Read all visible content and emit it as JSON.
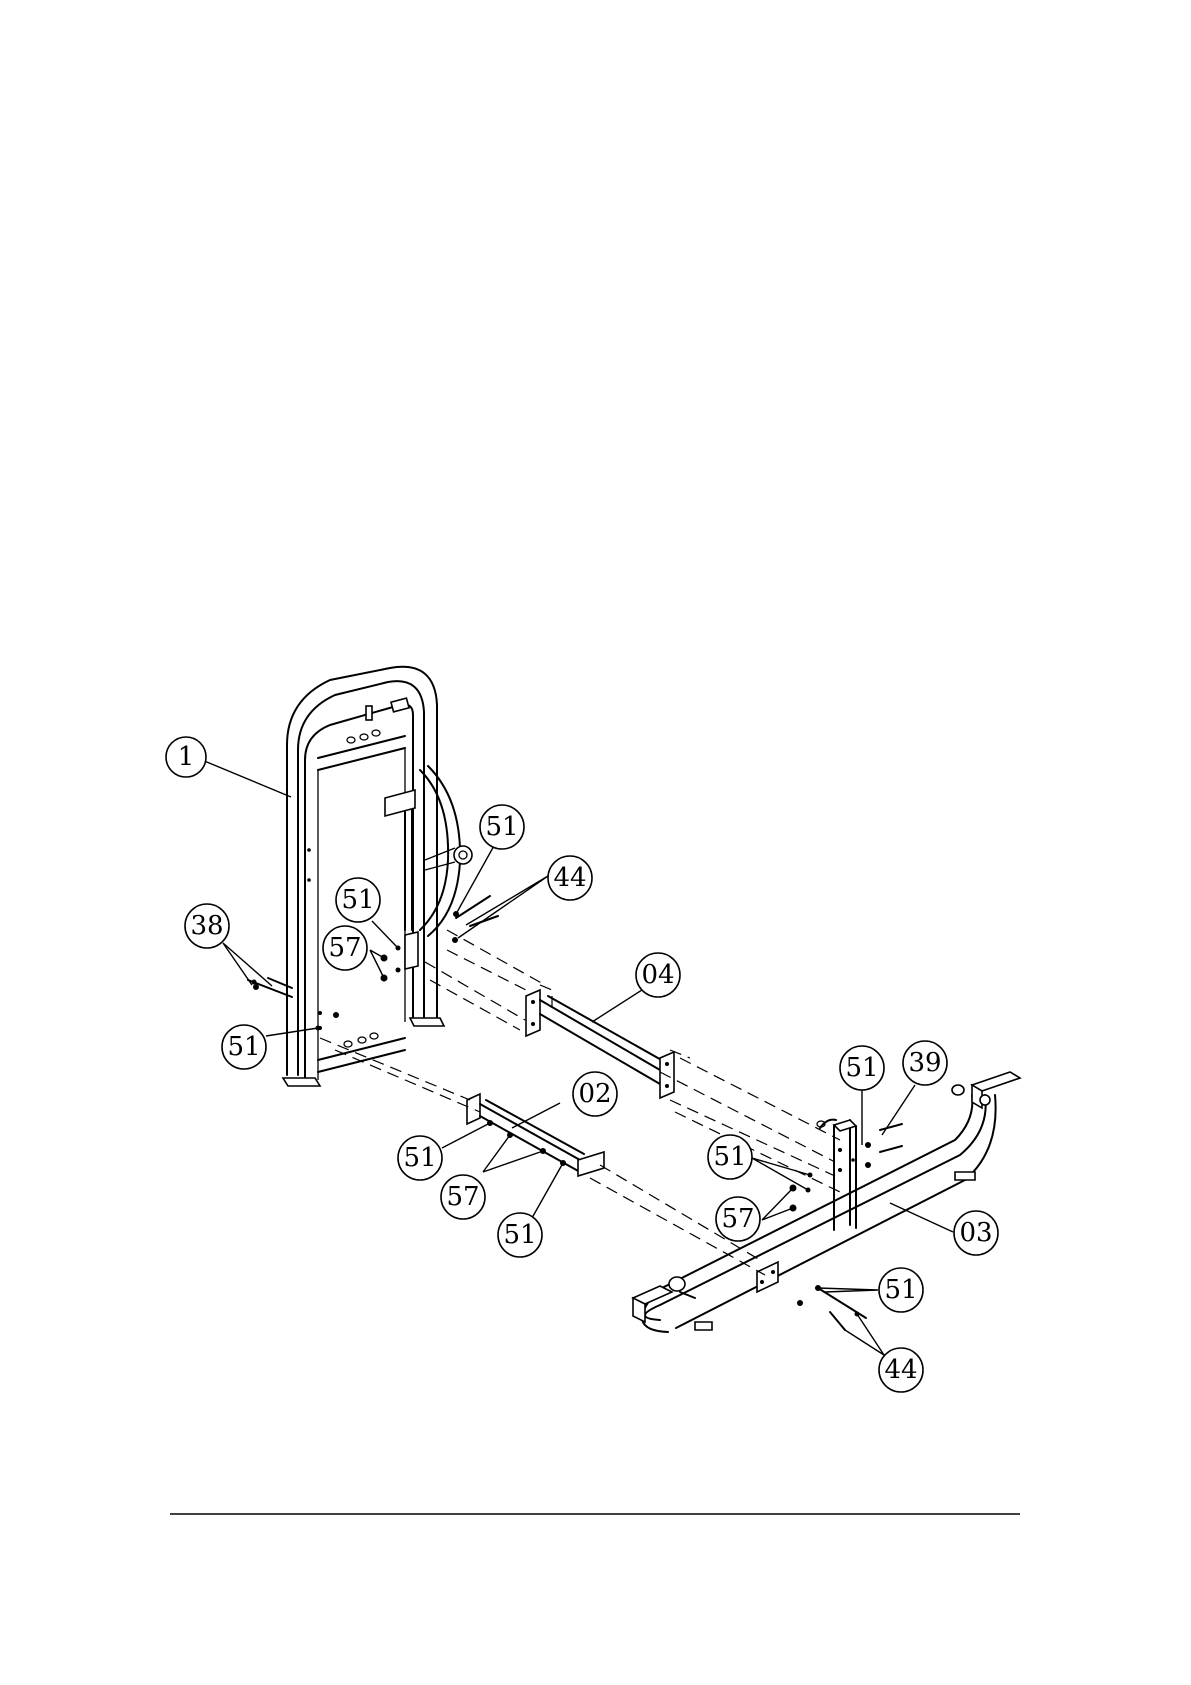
{
  "callouts": [
    {
      "id": "c1",
      "label": "1"
    },
    {
      "id": "c38",
      "label": "38"
    },
    {
      "id": "c51a",
      "label": "51"
    },
    {
      "id": "c57a",
      "label": "57"
    },
    {
      "id": "c51b",
      "label": "51"
    },
    {
      "id": "c51c",
      "label": "51"
    },
    {
      "id": "c44a",
      "label": "44"
    },
    {
      "id": "c04",
      "label": "04"
    },
    {
      "id": "c02",
      "label": "02"
    },
    {
      "id": "c51d",
      "label": "51"
    },
    {
      "id": "c57b",
      "label": "57"
    },
    {
      "id": "c51e",
      "label": "51"
    },
    {
      "id": "c51f",
      "label": "51"
    },
    {
      "id": "c39",
      "label": "39"
    },
    {
      "id": "c51g",
      "label": "51"
    },
    {
      "id": "c57c",
      "label": "57"
    },
    {
      "id": "c03",
      "label": "03"
    },
    {
      "id": "c51h",
      "label": "51"
    },
    {
      "id": "c44b",
      "label": "44"
    }
  ]
}
